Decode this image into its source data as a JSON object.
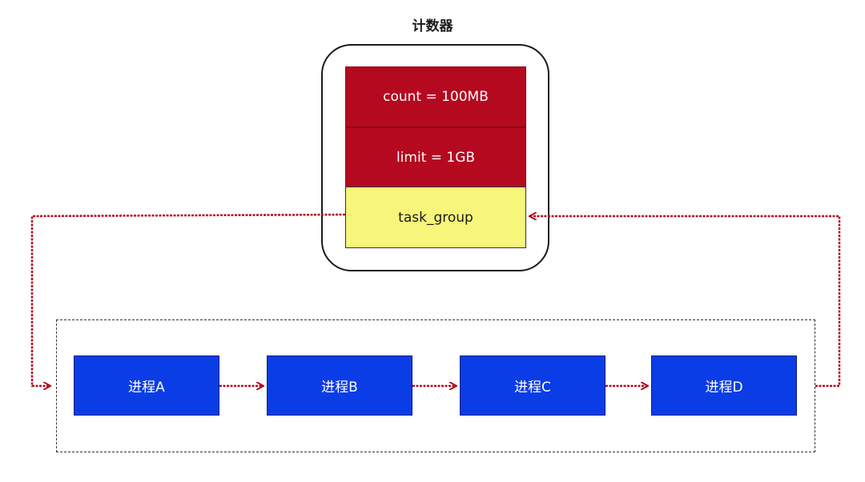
{
  "diagram": {
    "title": "计数器",
    "counter_fields": {
      "count": "count = 100MB",
      "limit": "limit = 1GB",
      "task_group": "task_group"
    },
    "processes": {
      "a": "进程A",
      "b": "进程B",
      "c": "进程C",
      "d": "进程D"
    },
    "colors": {
      "counter_cell": "#b5091f",
      "task_group_cell": "#f7f57a",
      "process_box": "#0b3de6",
      "arrow": "#b5091f"
    }
  }
}
